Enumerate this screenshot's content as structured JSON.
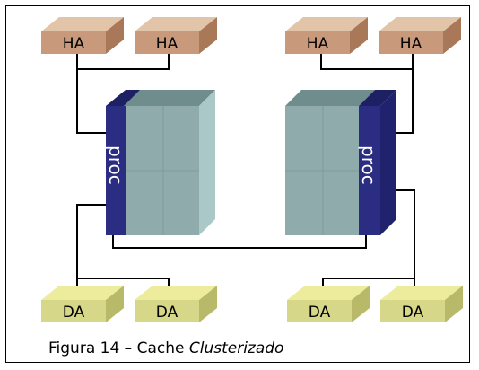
{
  "diagram": {
    "ha_label": "HA",
    "da_label": "DA",
    "proc_label": "proc",
    "colors": {
      "ha_front": "#c8997a",
      "ha_top": "#e2c4a8",
      "ha_side": "#a87858",
      "da_front": "#d7d78a",
      "da_top": "#ecec9c",
      "da_side": "#b9b96a",
      "proc_front": "#2b2d82",
      "proc_top": "#1e2064",
      "proc_side": "#20226e",
      "cache_front": "#8fabab",
      "cache_top": "#6f8d8d",
      "cache_side": "#aac8c8",
      "line": "#000000"
    }
  },
  "caption": {
    "prefix": "Figura 14 – Cache ",
    "italic": "Clusterizado"
  }
}
